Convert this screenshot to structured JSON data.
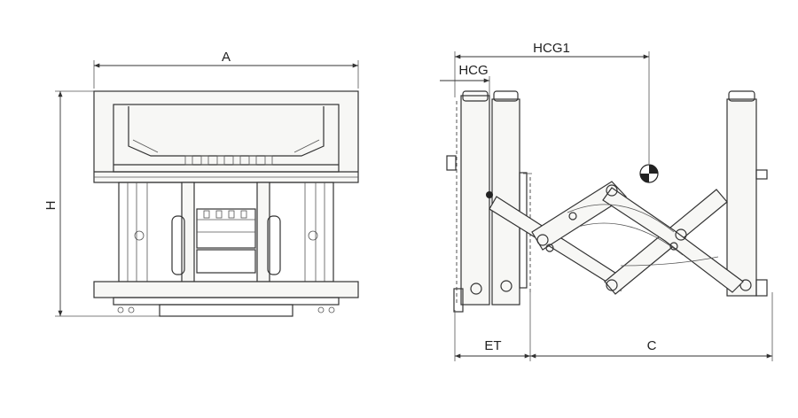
{
  "labels": {
    "width": "A",
    "height": "H",
    "hcg": "HCG",
    "hcg1": "HCG1",
    "et": "ET",
    "c": "C"
  },
  "colors": {
    "line": "#333333",
    "background": "#ffffff"
  },
  "icons": {
    "center_of_gravity": "center-of-gravity-icon"
  }
}
